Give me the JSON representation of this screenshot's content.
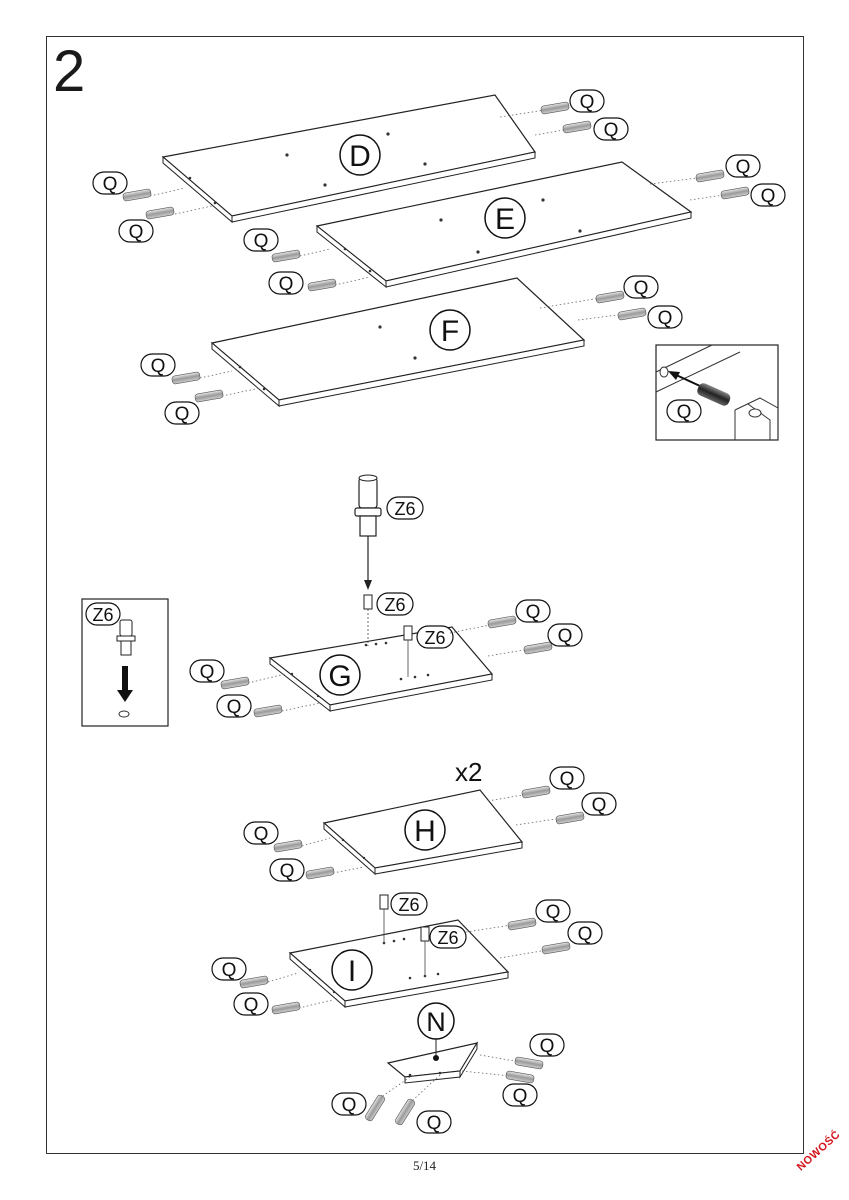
{
  "step": {
    "number": "2"
  },
  "panels": {
    "D": "D",
    "E": "E",
    "F": "F",
    "G": "G",
    "H": "H",
    "I": "I",
    "N": "N"
  },
  "parts": {
    "dowel": "Q",
    "connector": "Z6"
  },
  "quantity": "x2",
  "footer": {
    "page": "5/14"
  },
  "stamp": "NOWOŚĆ"
}
